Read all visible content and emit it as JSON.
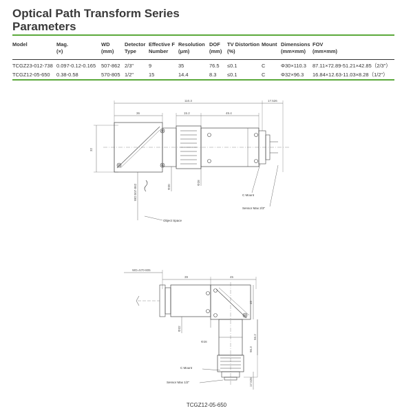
{
  "title": {
    "line1": "Optical Path Transform Series",
    "line2": "Parameters"
  },
  "table": {
    "headers": [
      {
        "l1": "Model",
        "l2": ""
      },
      {
        "l1": "Mag.",
        "l2": "(×)"
      },
      {
        "l1": "WD",
        "l2": "(mm)"
      },
      {
        "l1": "Detector",
        "l2": "Type"
      },
      {
        "l1": "Effective F",
        "l2": "Number"
      },
      {
        "l1": "Resolution",
        "l2": "(μm)"
      },
      {
        "l1": "DOF",
        "l2": "(mm)"
      },
      {
        "l1": "TV Distortion",
        "l2": "(%)"
      },
      {
        "l1": "Mount",
        "l2": ""
      },
      {
        "l1": "Dimensions",
        "l2": "(mm×mm)"
      },
      {
        "l1": "FOV",
        "l2": "(mm×mm)"
      }
    ],
    "rows": [
      [
        "TCGZ23-012-738",
        "0.097-0.12-0.165",
        "507-862",
        "2/3\"",
        "9",
        "35",
        "76.5",
        "≤0.1",
        "C",
        "Φ30×110.3",
        "87.11×72.89-51.21×42.85（2/3\"）"
      ],
      [
        "TCGZ12-05-650",
        "0.38-0.58",
        "570-805",
        "1/2\"",
        "15",
        "14.4",
        "8.3",
        "≤0.1",
        "C",
        "Φ32×96.3",
        "16.84×12.63-11.03×8.28（1/2\"）"
      ]
    ]
  },
  "drawing1": {
    "dims": {
      "overall": "110.3",
      "tail": "17.526",
      "prism": "36",
      "barrel1": "15.2",
      "barrel2": "49.4",
      "height": "32",
      "wd": "WD:507-862",
      "phi1": "Φ30",
      "phi2": "Φ28"
    },
    "labels": {
      "object_space": "Object Space",
      "c_mount": "C Mount",
      "sensor": "Sensor Max 2/3\""
    }
  },
  "drawing2": {
    "dims": {
      "wd": "WD=570-805",
      "top1": "39",
      "top2": "45",
      "right_top": "40",
      "right_mid": "56.2",
      "right_low": "96.3",
      "tail": "17.526",
      "phi32": "Φ32",
      "phi28": "Φ28"
    },
    "labels": {
      "c_mount": "C Mount",
      "sensor": "Sensor Max 1/2\""
    }
  },
  "caption": "TCGZ12-05-650"
}
